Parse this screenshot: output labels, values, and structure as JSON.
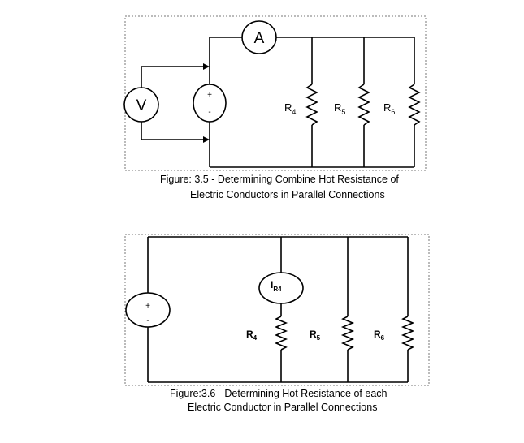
{
  "figure1": {
    "ammeter_symbol": "A",
    "voltmeter_symbol": "V",
    "source_plus": "+",
    "source_minus": "-",
    "resistors": [
      {
        "letter": "R",
        "sub": "4"
      },
      {
        "letter": "R",
        "sub": "5"
      },
      {
        "letter": "R",
        "sub": "6"
      }
    ],
    "caption_line1": "Figure: 3.5 - Determining Combine Hot Resistance of",
    "caption_line2": "Electric Conductors in Parallel Connections"
  },
  "figure2": {
    "source_plus": "+",
    "source_minus": "-",
    "ammeter_letter": "I",
    "ammeter_sub": "R4",
    "resistors": [
      {
        "letter": "R",
        "sub": "4"
      },
      {
        "letter": "R",
        "sub": "5"
      },
      {
        "letter": "R",
        "sub": "6"
      }
    ],
    "caption_line1": "Figure:3.6 - Determining Hot Resistance of each",
    "caption_line2": "Electric Conductor in Parallel Connections"
  }
}
